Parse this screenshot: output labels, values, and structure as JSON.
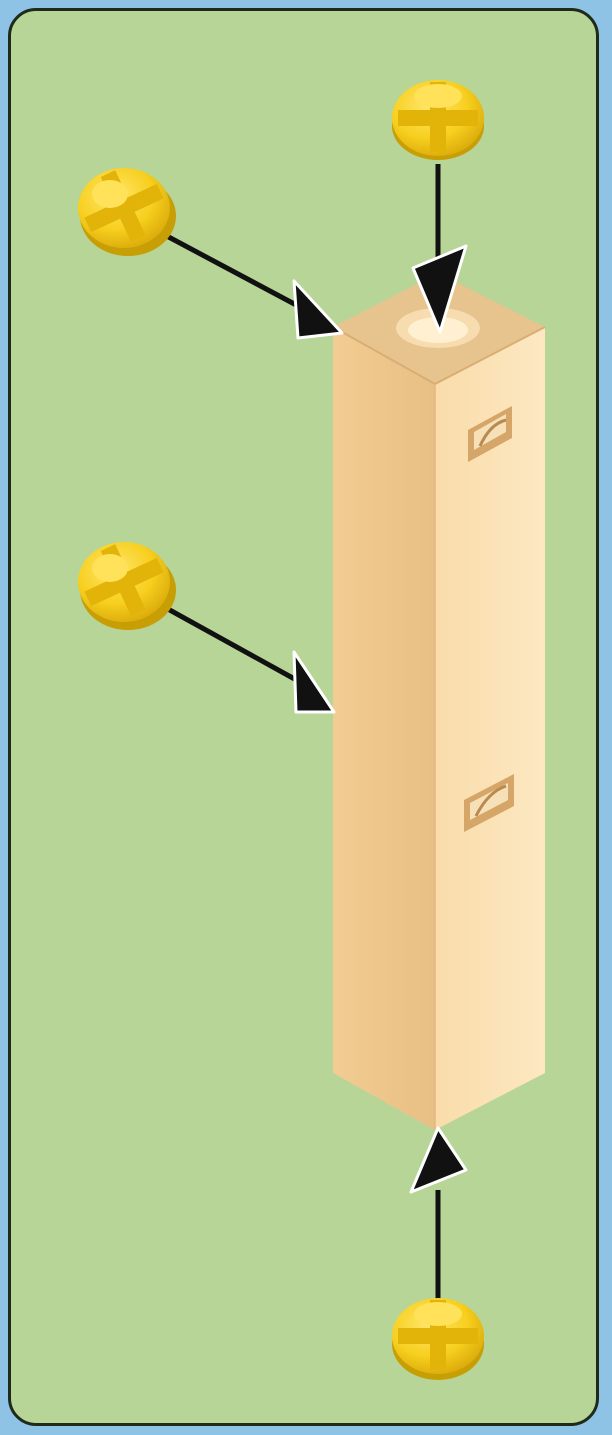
{
  "colors": {
    "background": "#8ec3e6",
    "panel": "#b7d597",
    "panel_border": "#1f2a1a",
    "beam_front": "#f5d39e",
    "beam_right": "#fbe2b4",
    "beam_top": "#e9c48e",
    "connector": "#f5cd1c",
    "connector_shadow": "#c89e05",
    "arrow": "#111111"
  },
  "diagram": {
    "beam": "square-beam-with-holes",
    "connectors": [
      {
        "name": "connector-top"
      },
      {
        "name": "connector-upper-left"
      },
      {
        "name": "connector-middle-left"
      },
      {
        "name": "connector-bottom"
      }
    ],
    "arrows": [
      {
        "name": "arrow-top"
      },
      {
        "name": "arrow-upper-left"
      },
      {
        "name": "arrow-middle-left"
      },
      {
        "name": "arrow-bottom"
      }
    ]
  }
}
